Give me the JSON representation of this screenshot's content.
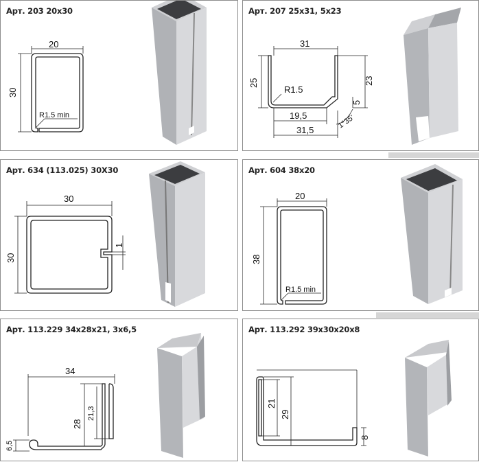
{
  "cells": [
    {
      "title": "Арт. 203 20x30",
      "dims": {
        "width": "20",
        "height": "30",
        "radius": "R1.5 min"
      }
    },
    {
      "title": "Арт. 207 25x31, 5x23",
      "dims": {
        "top": "31",
        "left": "25",
        "radius": "R1.5",
        "right": "23",
        "lip": "5",
        "inner": "19,5",
        "bottom": "31,5",
        "angle": "1°35'"
      }
    },
    {
      "title": "Арт. 634 (113.025) 30X30",
      "dims": {
        "width": "30",
        "height": "30",
        "gap": "1"
      }
    },
    {
      "title": "Арт. 604 38x20",
      "dims": {
        "width": "20",
        "height": "38",
        "radius": "R1.5 min"
      }
    },
    {
      "title": "Арт. 113.229 34x28x21, 3x6,5",
      "dims": {
        "width": "34",
        "height": "28",
        "inner": "21,3",
        "hook": "6,5"
      }
    },
    {
      "title": "Арт. 113.292 39x30x20x8",
      "dims": {
        "inner": "21",
        "height": "29",
        "foot": "8"
      }
    }
  ],
  "colors": {
    "profile_light": "#d9dadc",
    "profile_mid": "#aeb0b4",
    "profile_dark": "#7d7f84",
    "profile_inside": "#3c3d40",
    "border": "#8c8c8c"
  }
}
